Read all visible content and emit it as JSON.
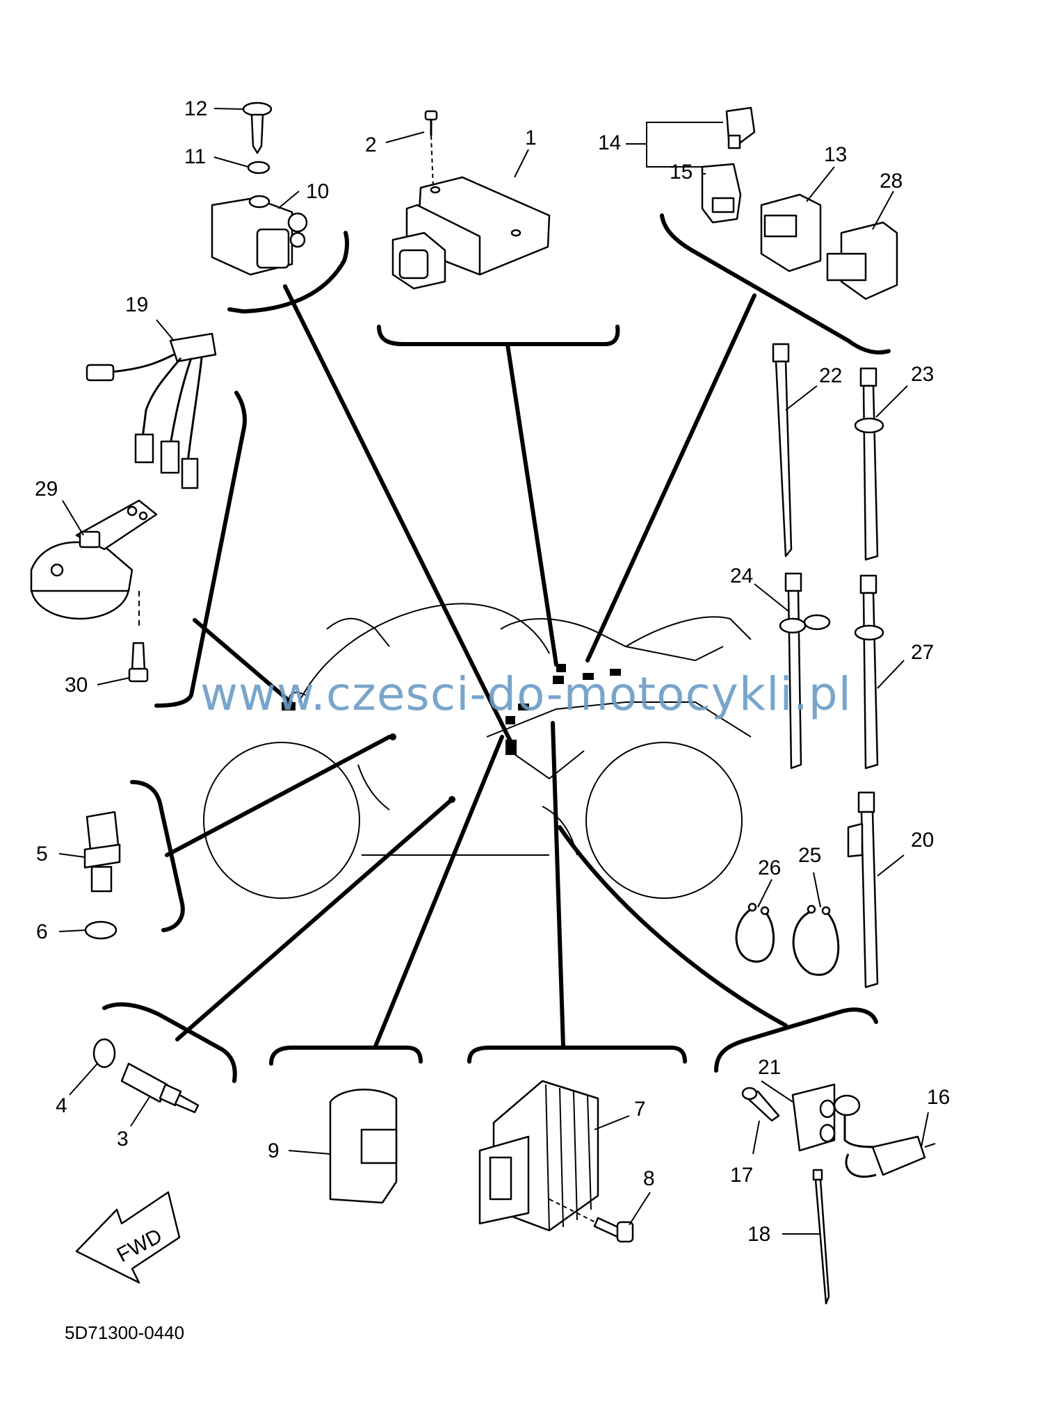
{
  "watermark": "www.czesci-do-motocykli.pl",
  "part_code": "5D71300-0440",
  "fwd_label": "FWD",
  "callouts": [
    "1",
    "2",
    "3",
    "4",
    "5",
    "6",
    "7",
    "8",
    "9",
    "10",
    "11",
    "12",
    "13",
    "14",
    "15",
    "16",
    "17",
    "18",
    "19",
    "20",
    "21",
    "22",
    "23",
    "24",
    "25",
    "26",
    "27",
    "28",
    "29",
    "30"
  ]
}
